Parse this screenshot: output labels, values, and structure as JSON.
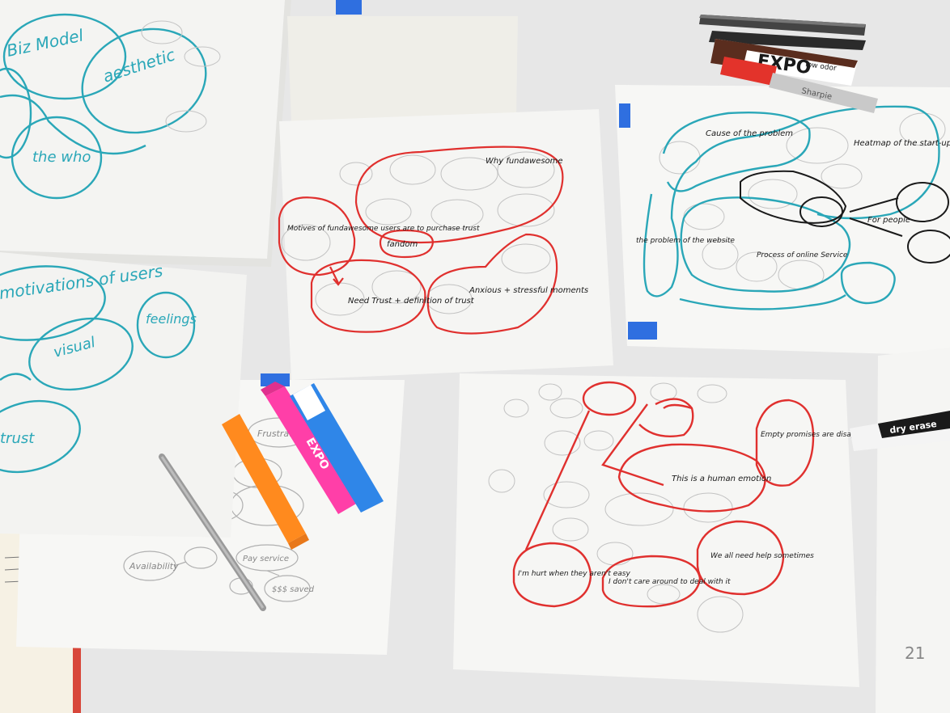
{
  "colors": {
    "table": "#e6e6e6",
    "paper": "#f7f7f5",
    "tracing": "#f2f2ef",
    "teal_marker": "#2aa7b8",
    "red_marker": "#e0302e",
    "black_marker": "#1a1a1a",
    "pencil": "#a8a8a8",
    "painter_tape": "#2f6fe0",
    "orange_highlighter": "#ff8a1e",
    "pink_highlighter": "#ff3fa8",
    "blue_marker_body": "#2f86e8"
  },
  "sheet_top_left": {
    "bubbles": [
      "Biz Model",
      "aesthetic",
      "the who"
    ]
  },
  "sheet_mid_left": {
    "bubbles": [
      "motivations of users",
      "visual",
      "feelings",
      "trust"
    ]
  },
  "sheet_center": {
    "labels": [
      "Why fundawesome",
      "fandom",
      "Need Trust + definition of trust",
      "Anxious + stressful moments",
      "Motives of fundawesome users are to purchase trust"
    ]
  },
  "sheet_right": {
    "labels": [
      "Cause of the problem",
      "Heatmap of the start-up",
      "For people",
      "the problem of the website",
      "Process of online Service"
    ]
  },
  "sheet_bottom_center": {
    "labels": [
      "Empty promises are disappointing",
      "This is a human emotion",
      "We all need help sometimes",
      "I'm hurt when they aren't easy",
      "I don't care around to deal with it"
    ]
  },
  "sheet_bottom_left": {
    "labels": [
      "Frustration",
      "Availability",
      "Pay service",
      "$$$ saved"
    ]
  },
  "markers": {
    "expo_brand": "EXPO",
    "expo_subtitle": "low odor",
    "dry_erase": "dry erase",
    "sharpie": "Sharpie"
  },
  "corner_mark": "21"
}
